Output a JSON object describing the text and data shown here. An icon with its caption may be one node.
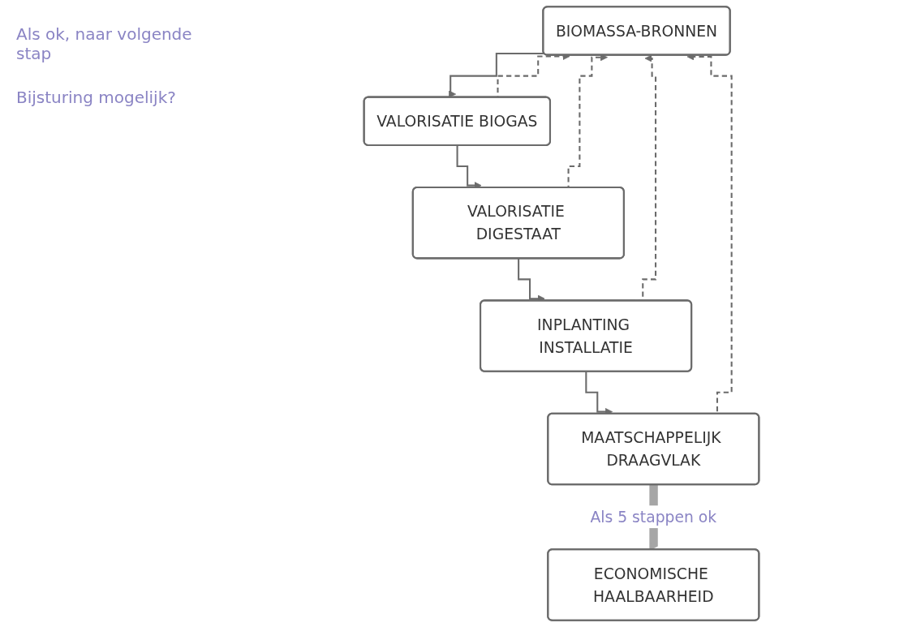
{
  "diagram": {
    "nodes": [
      {
        "text": [
          "BIOMASSA-BRONNEN"
        ]
      },
      {
        "text": [
          "VALORISATIE BIOGAS"
        ]
      },
      {
        "text": [
          "VALORISATIE DIGESTAAT"
        ]
      },
      {
        "text": [
          "INPLANTING INSTALLATIE"
        ]
      },
      {
        "text": [
          "MAATSCHAPPELIJK DRAAGVLAK"
        ]
      },
      {
        "text": [
          "ECONOMISCHE HAALBAARHEID"
        ]
      }
    ],
    "edges": [
      {
        "from": 0,
        "to": 1,
        "arrow": "to"
      },
      {
        "from": 1,
        "to": 2,
        "arrow": "to"
      },
      {
        "from": 2,
        "to": 3,
        "arrow": "to"
      },
      {
        "from": 3,
        "to": 4,
        "arrow": "to"
      },
      {
        "from": 1,
        "to": 0,
        "arrow": "to",
        "style": "dashed"
      },
      {
        "from": 2,
        "to": 0,
        "arrow": "to",
        "style": "dashed"
      },
      {
        "from": 3,
        "to": 0,
        "arrow": "to",
        "style": "dashed"
      },
      {
        "from": 4,
        "to": 0,
        "arrow": "to",
        "style": "dashed"
      },
      {
        "from": 4,
        "to": 5,
        "arrow": "to",
        "style": "thick",
        "color": "#a6a6a6",
        "label": "Als 5 stappen ok"
      }
    ],
    "labels": [
      "Als ok, naar volgende stap",
      "Bijsturing mogelijk?"
    ]
  }
}
